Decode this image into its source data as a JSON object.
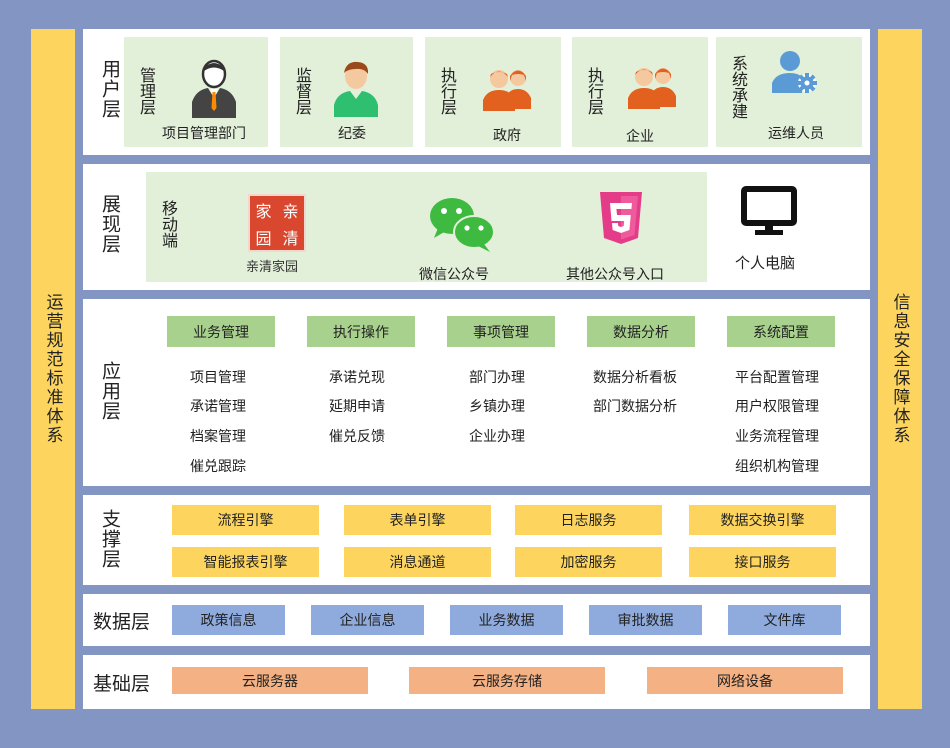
{
  "side": {
    "left": "运营规范标准体系",
    "right": "信息安全保障体系"
  },
  "user_layer": {
    "label": "用户层",
    "cards": [
      {
        "role": "管理层",
        "name": "项目管理部门",
        "icon": "manager-person-icon"
      },
      {
        "role": "监督层",
        "name": "纪委",
        "icon": "inspector-person-icon"
      },
      {
        "role": "执行层",
        "name": "政府",
        "icon": "group-people-icon"
      },
      {
        "role": "执行层",
        "name": "企业",
        "icon": "group-people-icon"
      },
      {
        "role": "系统承建",
        "name": "运维人员",
        "icon": "user-gear-icon"
      }
    ]
  },
  "display_layer": {
    "label": "展现层",
    "mobile_label": "移动端",
    "logo_caption": "亲清家园",
    "logo_text": [
      "家",
      "亲",
      "园",
      "清"
    ],
    "wechat": "微信公众号",
    "other": "其他公众号入口",
    "pc": "个人电脑",
    "colors": {
      "logo": "#d9472f",
      "wechat": "#3fba41",
      "html5": "#e43c88"
    }
  },
  "app_layer": {
    "label": "应用层",
    "columns": [
      {
        "header": "业务管理",
        "items": [
          "项目管理",
          "承诺管理",
          "档案管理",
          "催兑跟踪"
        ]
      },
      {
        "header": "执行操作",
        "items": [
          "承诺兑现",
          "延期申请",
          "催兑反馈"
        ]
      },
      {
        "header": "事项管理",
        "items": [
          "部门办理",
          "乡镇办理",
          "企业办理"
        ]
      },
      {
        "header": "数据分析",
        "items": [
          "数据分析看板",
          "部门数据分析"
        ]
      },
      {
        "header": "系统配置",
        "items": [
          "平台配置管理",
          "用户权限管理",
          "业务流程管理",
          "组织机构管理"
        ]
      }
    ]
  },
  "support_layer": {
    "label": "支撑层",
    "items": [
      "流程引擎",
      "表单引擎",
      "日志服务",
      "数据交换引擎",
      "智能报表引擎",
      "消息通道",
      "加密服务",
      "接口服务"
    ]
  },
  "data_layer": {
    "label": "数据层",
    "items": [
      "政策信息",
      "企业信息",
      "业务数据",
      "审批数据",
      "文件库"
    ]
  },
  "base_layer": {
    "label": "基础层",
    "items": [
      "云服务器",
      "云服务存储",
      "网络设备"
    ]
  },
  "palette": {
    "frame": "#8395c2",
    "side": "#fdd55e",
    "card": "#e2efd9",
    "green": "#a9d18e",
    "yellow": "#fdd55e",
    "blue": "#8faadc",
    "orange": "#f4b183"
  }
}
